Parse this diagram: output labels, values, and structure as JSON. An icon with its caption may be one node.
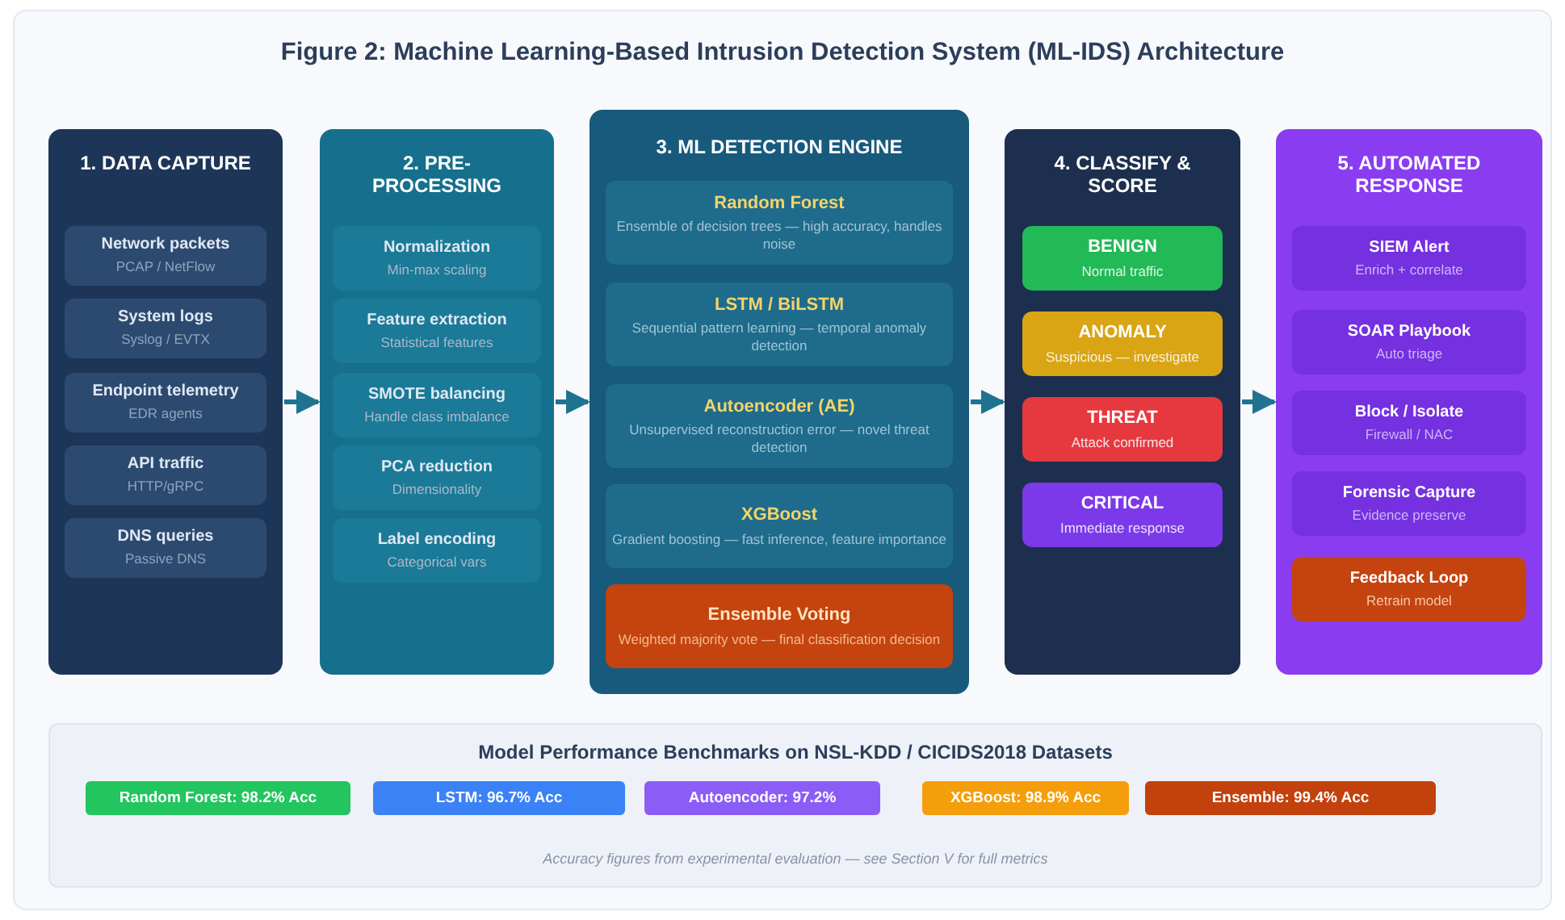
{
  "diagram": {
    "title": "Figure 2: Machine Learning-Based Intrusion Detection System (ML-IDS) Architecture",
    "nodes": [
      {
        "text": [
          "1. DATA CAPTURE"
        ]
      },
      {
        "text": [
          "Network packets",
          "PCAP / NetFlow"
        ],
        "in": 0
      },
      {
        "text": [
          "System logs",
          "Syslog / EVTX"
        ],
        "in": 0
      },
      {
        "text": [
          "Endpoint telemetry",
          "EDR agents"
        ],
        "in": 0
      },
      {
        "text": [
          "API traffic",
          "HTTP/gRPC"
        ],
        "in": 0
      },
      {
        "text": [
          "DNS queries",
          "Passive DNS"
        ],
        "in": 0
      },
      {
        "text": [
          "2. PRE-PROCESSING"
        ]
      },
      {
        "text": [
          "Normalization",
          "Min-max scaling"
        ],
        "in": 6
      },
      {
        "text": [
          "Feature extraction",
          "Statistical features"
        ],
        "in": 6
      },
      {
        "text": [
          "SMOTE balancing",
          "Handle class imbalance"
        ],
        "in": 6
      },
      {
        "text": [
          "PCA reduction",
          "Dimensionality"
        ],
        "in": 6
      },
      {
        "text": [
          "Label encoding",
          "Categorical vars"
        ],
        "in": 6
      },
      {
        "text": [
          "3. ML DETECTION ENGINE"
        ]
      },
      {
        "text": [
          "Random Forest",
          "Ensemble of decision trees — high accuracy, handles noise"
        ],
        "in": 12
      },
      {
        "text": [
          "LSTM / BiLSTM",
          "Sequential pattern learning — temporal anomaly detection"
        ],
        "in": 12
      },
      {
        "text": [
          "Autoencoder (AE)",
          "Unsupervised reconstruction error — novel threat detection"
        ],
        "in": 12
      },
      {
        "text": [
          "XGBoost",
          "Gradient boosting — fast inference, feature importance"
        ],
        "in": 12
      },
      {
        "text": [
          "Ensemble Voting",
          "Weighted majority vote — final classification decision"
        ],
        "in": 12
      },
      {
        "text": [
          "4. CLASSIFY & SCORE"
        ]
      },
      {
        "text": [
          "BENIGN",
          "Normal traffic"
        ],
        "in": 18
      },
      {
        "text": [
          "ANOMALY",
          "Suspicious — investigate"
        ],
        "in": 18
      },
      {
        "text": [
          "THREAT",
          "Attack confirmed"
        ],
        "in": 18
      },
      {
        "text": [
          "CRITICAL",
          "Immediate response"
        ],
        "in": 18
      },
      {
        "text": [
          "5. AUTOMATED RESPONSE"
        ]
      },
      {
        "text": [
          "SIEM Alert",
          "Enrich + correlate"
        ],
        "in": 23
      },
      {
        "text": [
          "SOAR Playbook",
          "Auto triage"
        ],
        "in": 23
      },
      {
        "text": [
          "Block / Isolate",
          "Firewall / NAC"
        ],
        "in": 23
      },
      {
        "text": [
          "Forensic Capture",
          "Evidence preserve"
        ],
        "in": 23
      },
      {
        "text": [
          "Feedback Loop",
          "Retrain model"
        ],
        "in": 23
      },
      {
        "text": [
          "Model Performance Benchmarks on NSL-KDD / CICIDS2018 Datasets",
          "Accuracy figures from experimental evaluation — see Section V for full metrics"
        ]
      },
      {
        "text": [
          "Random Forest: 98.2% Acc"
        ],
        "in": 29
      },
      {
        "text": [
          "LSTM: 96.7% Acc"
        ],
        "in": 29
      },
      {
        "text": [
          "Autoencoder: 97.2%"
        ],
        "in": 29
      },
      {
        "text": [
          "XGBoost: 98.9% Acc"
        ],
        "in": 29
      },
      {
        "text": [
          "Ensemble: 99.4% Acc"
        ],
        "in": 29
      }
    ],
    "edges": [
      {
        "from": 0,
        "to": 6,
        "arrow": "to"
      },
      {
        "from": 6,
        "to": 12,
        "arrow": "to"
      },
      {
        "from": 12,
        "to": 18,
        "arrow": "to"
      },
      {
        "from": 18,
        "to": 23,
        "arrow": "to"
      }
    ]
  }
}
